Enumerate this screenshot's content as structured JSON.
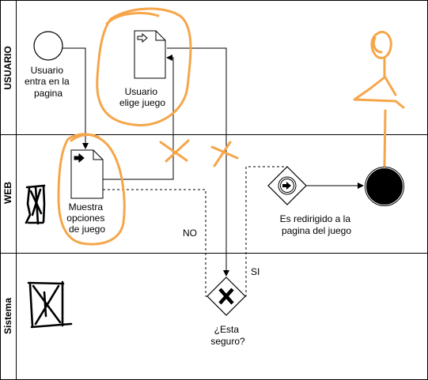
{
  "lanes": {
    "usuario": "USUARIO",
    "web": "WEB",
    "sistema": "Sistema"
  },
  "nodes": {
    "start_event": [
      "Usuario",
      "entra en la",
      "pagina"
    ],
    "task_elige": [
      "Usuario",
      "elige juego"
    ],
    "task_muestra": [
      "Muestra",
      "opciones",
      "de juego"
    ],
    "gateway_seguro": [
      "¿Esta",
      "seguro?"
    ],
    "event_redirect": [
      "Es redirigido a la",
      "pagina del juego"
    ]
  },
  "edges": {
    "no_label": "NO",
    "si_label": "SI"
  },
  "colors": {
    "annotation": "#f5a64a",
    "stroke": "#000000",
    "end_fill": "#000000"
  }
}
